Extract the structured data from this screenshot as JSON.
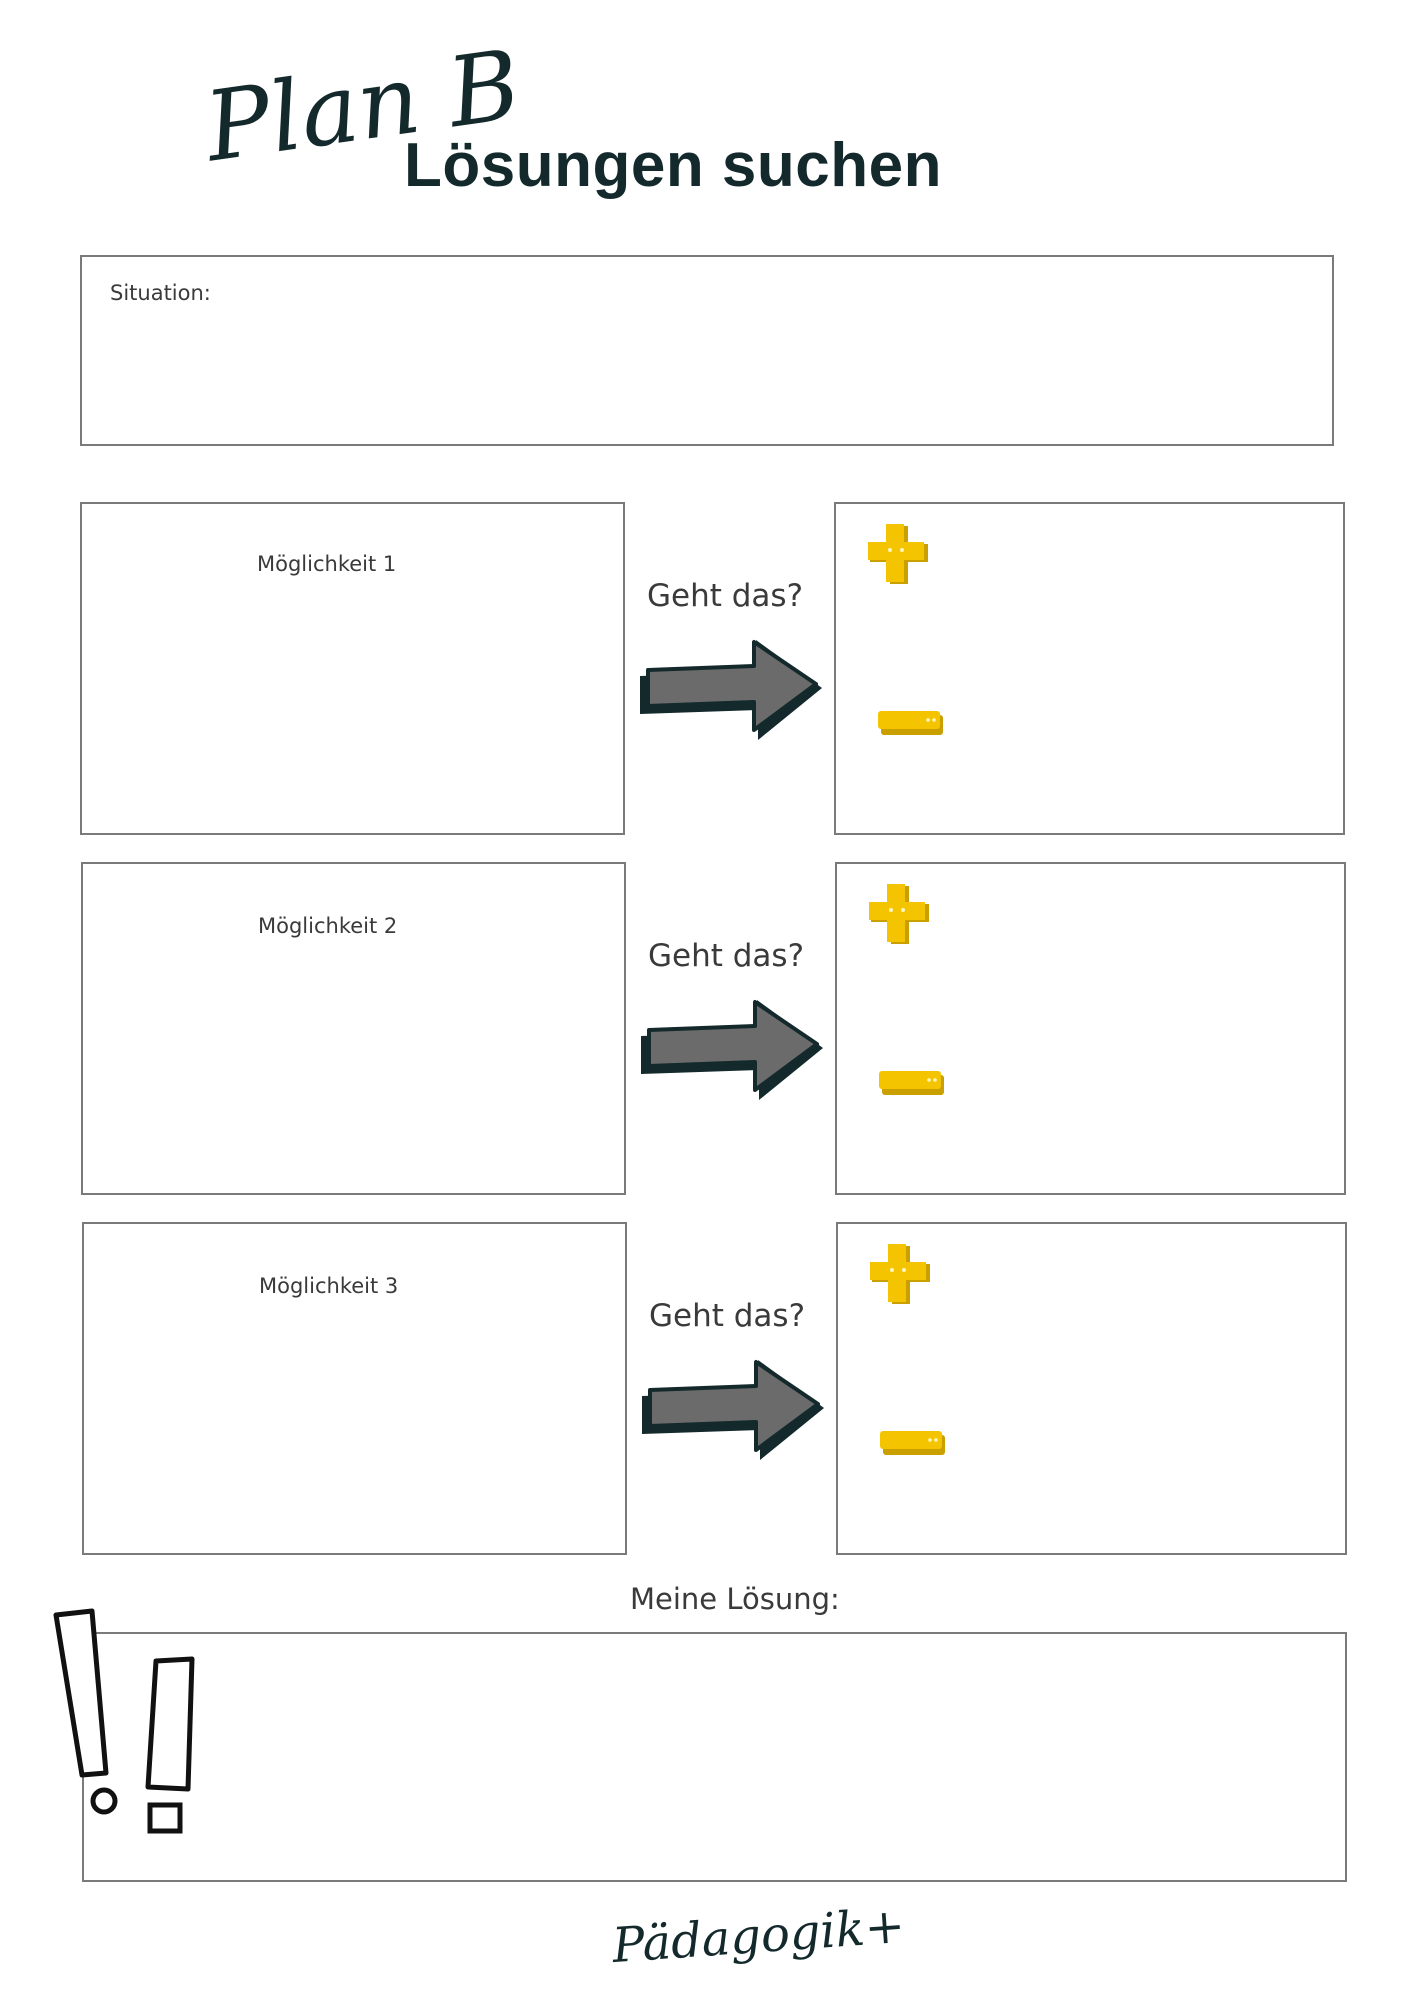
{
  "header": {
    "script_label": "Plan B",
    "title": "Lösungen suchen"
  },
  "situation": {
    "label": "Situation:"
  },
  "rows": [
    {
      "option_label": "Möglichkeit 1",
      "question": "Geht das?"
    },
    {
      "option_label": "Möglichkeit 2",
      "question": "Geht das?"
    },
    {
      "option_label": "Möglichkeit 3",
      "question": "Geht das?"
    }
  ],
  "solution": {
    "label": "Meine Lösung:"
  },
  "footer": {
    "brand": "Pädagogik+"
  },
  "icons": {
    "plus": "plus-icon",
    "minus": "minus-icon",
    "arrow": "arrow-right-icon",
    "exclamation": "exclamation-icon"
  },
  "colors": {
    "title": "#13292b",
    "border": "#7a7a7a",
    "arrow_fill": "#6b6b6b",
    "arrow_outline": "#13292b",
    "icon_yellow": "#f5c400"
  }
}
